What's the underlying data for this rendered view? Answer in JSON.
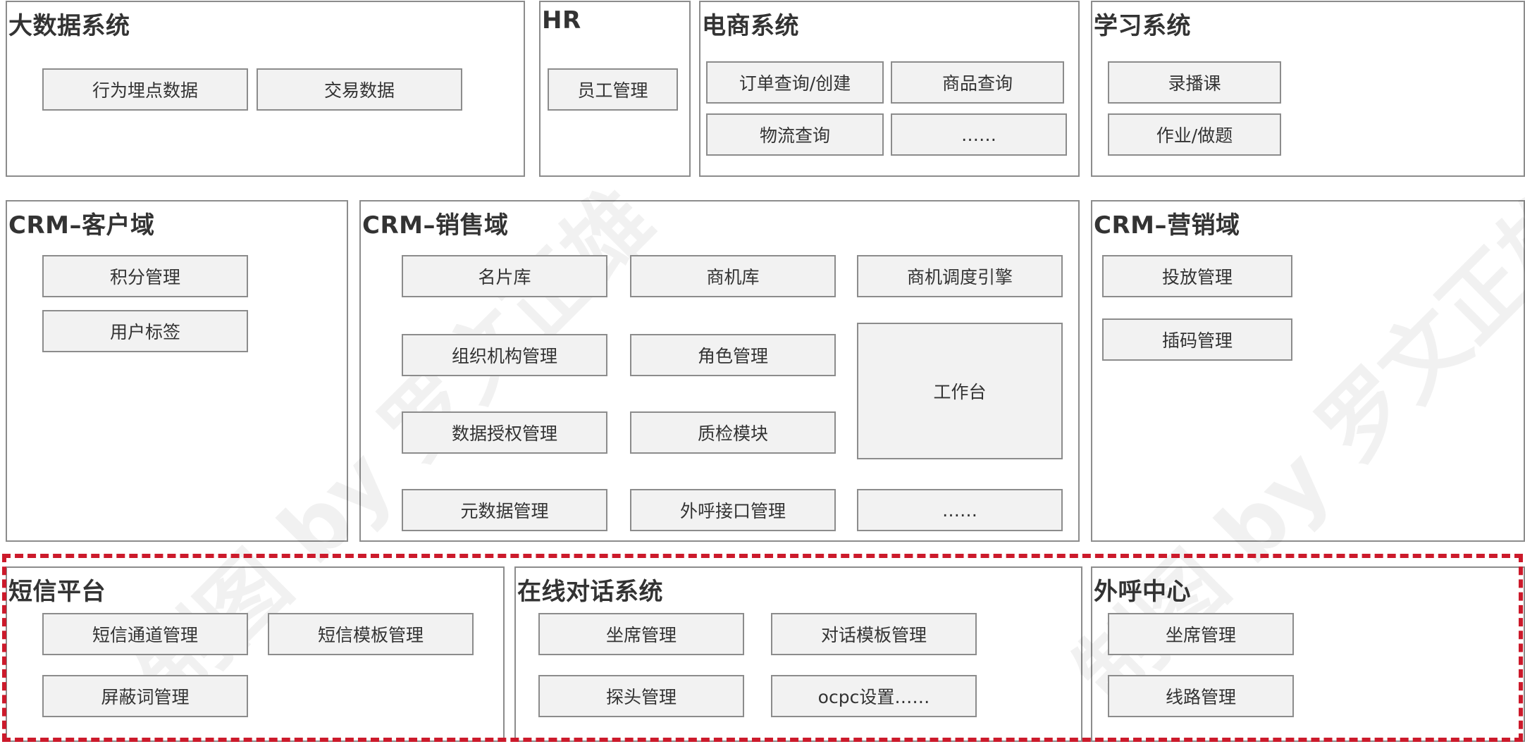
{
  "panels": {
    "bigdata": {
      "title": "大数据系统",
      "modules": [
        "行为埋点数据",
        "交易数据"
      ]
    },
    "hr": {
      "title": "HR",
      "modules": [
        "员工管理"
      ]
    },
    "ecommerce": {
      "title": "电商系统",
      "modules": [
        "订单查询/创建",
        "商品查询",
        "物流查询",
        "……"
      ]
    },
    "learning": {
      "title": "学习系统",
      "modules": [
        "录播课",
        "作业/做题"
      ]
    },
    "crm_customer": {
      "title": "CRM–客户域",
      "modules": [
        "积分管理",
        "用户标签"
      ]
    },
    "crm_sales": {
      "title": "CRM–销售域",
      "modules": [
        "名片库",
        "商机库",
        "商机调度引擎",
        "组织机构管理",
        "角色管理",
        "工作台",
        "数据授权管理",
        "质检模块",
        "元数据管理",
        "外呼接口管理",
        "……"
      ]
    },
    "crm_marketing": {
      "title": "CRM–营销域",
      "modules": [
        "投放管理",
        "插码管理"
      ]
    },
    "sms": {
      "title": "短信平台",
      "modules": [
        "短信通道管理",
        "短信模板管理",
        "屏蔽词管理"
      ]
    },
    "chat": {
      "title": "在线对话系统",
      "modules": [
        "坐席管理",
        "对话模板管理",
        "探头管理",
        "ocpc设置……"
      ]
    },
    "callcenter": {
      "title": "外呼中心",
      "modules": [
        "坐席管理",
        "线路管理"
      ]
    }
  },
  "watermark": "制图 by 罗文正雄",
  "colors": {
    "highlight_border": "#cc1a2b",
    "module_fill": "#f2f2f2",
    "border": "#8c8c8c"
  }
}
